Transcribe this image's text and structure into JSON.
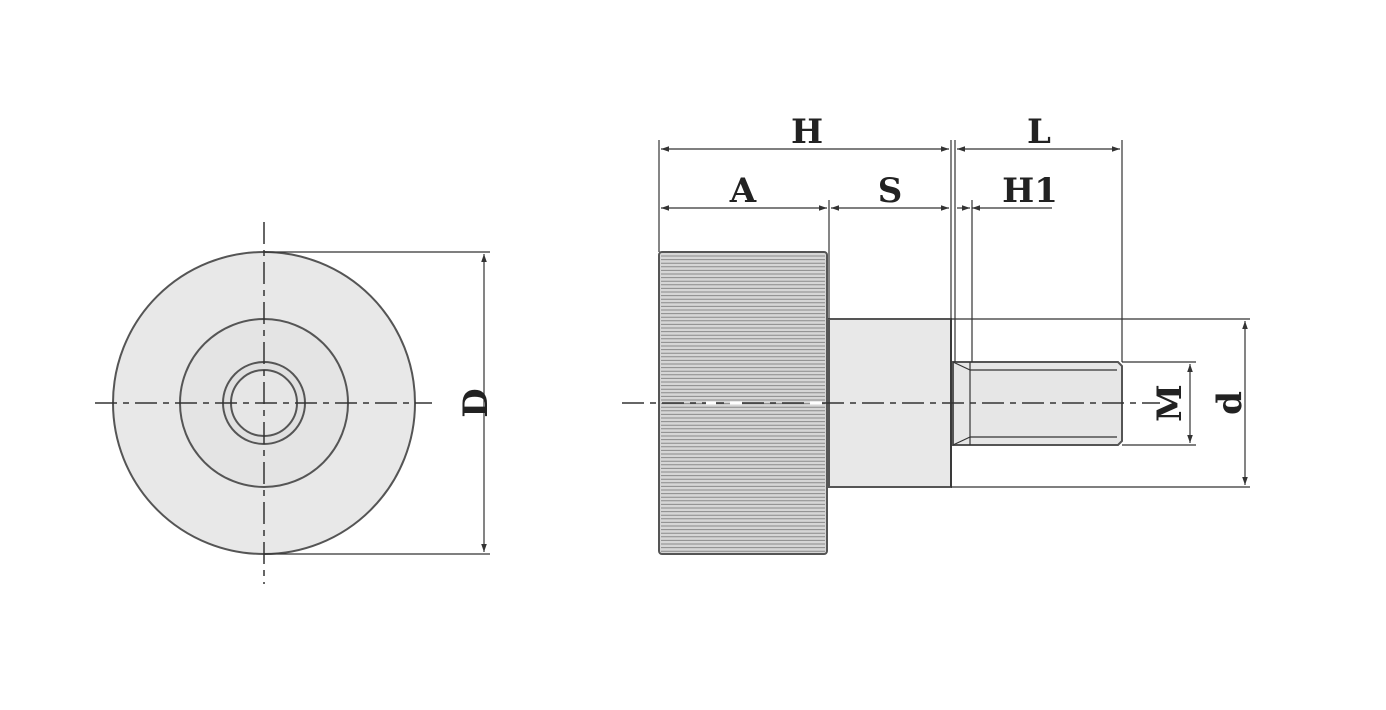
{
  "labels": {
    "H": "H",
    "L": "L",
    "A": "A",
    "S": "S",
    "H1": "H1",
    "D": "D",
    "M": "M",
    "d": "d"
  },
  "colors": {
    "line": "#333333",
    "body_fill": "#e8e8e8",
    "knurl": "#8a8a8a"
  }
}
